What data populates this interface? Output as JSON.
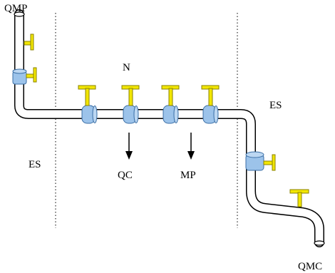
{
  "labels": {
    "top_left": "QMP",
    "center_top": "N",
    "left_region": "ES",
    "right_region": "ES",
    "outlet_1": "QC",
    "outlet_2": "MP",
    "bottom_right": "QMC"
  },
  "colors": {
    "pipe_stroke": "#000000",
    "fitting_fill": "#9cc3ea",
    "fitting_stroke": "#3a6ea5",
    "valve_fill": "#f2e600",
    "valve_stroke": "#8a8200",
    "boundary": "#000000"
  }
}
